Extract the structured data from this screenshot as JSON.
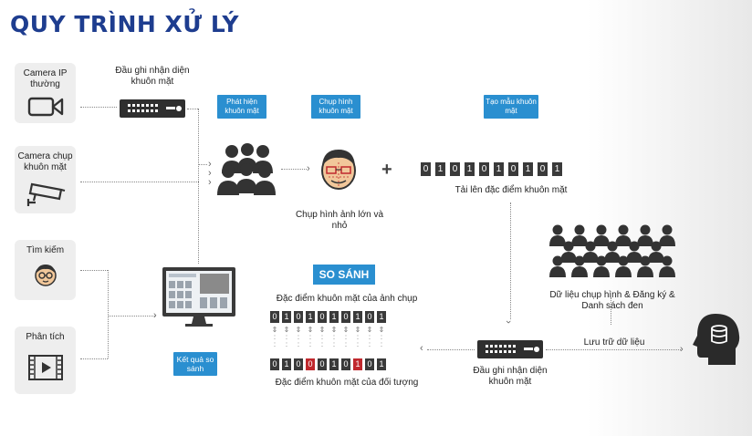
{
  "title": "QUY TRÌNH XỬ LÝ",
  "left_boxes": [
    {
      "label": "Camera IP thường",
      "icon": "camera-icon"
    },
    {
      "label": "Camera chụp khuôn mặt",
      "icon": "cctv-icon"
    },
    {
      "label": "Tìm kiếm",
      "icon": "face-search-icon"
    },
    {
      "label": "Phân tích",
      "icon": "video-play-icon"
    }
  ],
  "nvr_top_label": "Đầu ghi nhận diện khuôn mặt",
  "tags": {
    "detect": "Phát hiện khuôn mặt",
    "capture": "Chụp hình khuôn mặt",
    "template": "Tạo mẫu khuôn mặt",
    "result": "Kết quả so sánh"
  },
  "capture_caption": "Chụp hình ảnh lớn và nhỏ",
  "plus": "+",
  "upload_bits": [
    "0",
    "1",
    "0",
    "1",
    "0",
    "1",
    "0",
    "1",
    "0",
    "1"
  ],
  "upload_caption": "Tải lên đặc điểm khuôn mặt",
  "compare_title": "SO SÁNH",
  "compare_top_caption": "Đặc điểm khuôn mặt của ảnh chụp",
  "compare_top_bits": [
    "0",
    "1",
    "0",
    "1",
    "0",
    "1",
    "0",
    "1",
    "0",
    "1"
  ],
  "compare_bottom_bits": [
    "0",
    "1",
    "0",
    "0",
    "0",
    "1",
    "0",
    "1",
    "0",
    "1"
  ],
  "compare_bottom_red": [
    3,
    7
  ],
  "compare_bottom_caption": "Đặc điểm khuôn mặt của đối tượng",
  "database_caption": "Dữ liệu chụp hình & Đăng ký & Danh sách đen",
  "storage_caption": "Lưu trữ dữ liệu",
  "nvr_bottom_label": "Đầu ghi nhận diện khuôn mặt",
  "colors": {
    "title": "#1e3d8f",
    "tag": "#2a8fd0",
    "bit": "#3a3a3a",
    "bit_diff": "#c0282d"
  }
}
